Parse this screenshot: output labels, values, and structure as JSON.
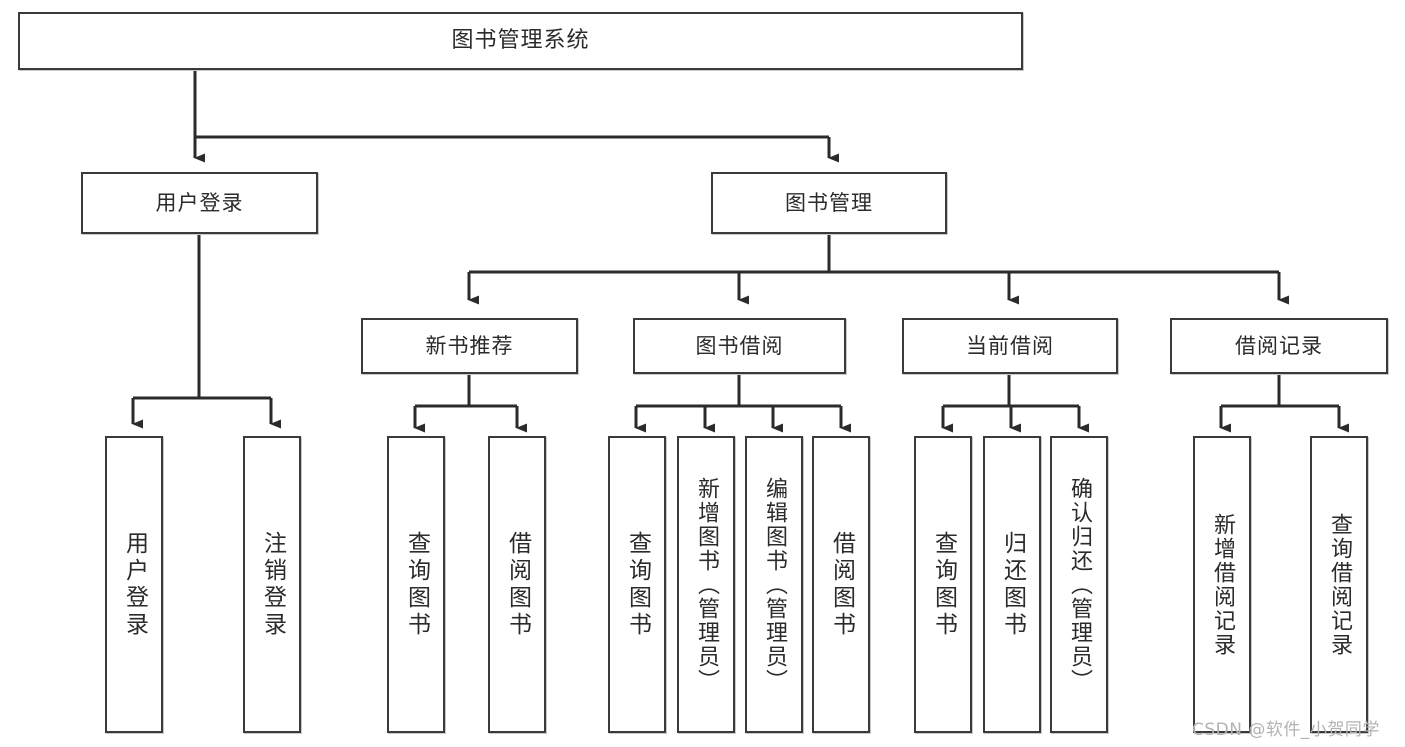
{
  "diagram": {
    "type": "tree-hierarchy",
    "title": "图书管理系统",
    "orientation": "top-down",
    "colors": {
      "box_border": "#3a3a3a",
      "box_fill": "#ffffff",
      "connector": "#2b2b2b",
      "watermark": "#b3b3b3",
      "page_background": "#ffffff"
    },
    "watermark": "CSDN @软件_小贺同学",
    "levels": [
      {
        "level": 1,
        "nodes": [
          {
            "id": "root",
            "label": "图书管理系统",
            "text_direction": "horizontal"
          }
        ]
      },
      {
        "level": 2,
        "nodes": [
          {
            "id": "login",
            "label": "用户登录",
            "parent": "root",
            "text_direction": "horizontal"
          },
          {
            "id": "bookmgmt",
            "label": "图书管理",
            "parent": "root",
            "text_direction": "horizontal"
          }
        ]
      },
      {
        "level": 3,
        "nodes": [
          {
            "id": "newbook",
            "label": "新书推荐",
            "parent": "bookmgmt",
            "text_direction": "horizontal"
          },
          {
            "id": "borrow",
            "label": "图书借阅",
            "parent": "bookmgmt",
            "text_direction": "horizontal"
          },
          {
            "id": "current",
            "label": "当前借阅",
            "parent": "bookmgmt",
            "text_direction": "horizontal"
          },
          {
            "id": "records",
            "label": "借阅记录",
            "parent": "bookmgmt",
            "text_direction": "horizontal"
          }
        ]
      },
      {
        "level": 4,
        "nodes": [
          {
            "id": "leaf-user-login",
            "label": "用户登录",
            "parent": "login",
            "text_direction": "vertical"
          },
          {
            "id": "leaf-user-logout",
            "label": "注销登录",
            "parent": "login",
            "text_direction": "vertical"
          },
          {
            "id": "leaf-query-book-1",
            "label": "查询图书",
            "parent": "newbook",
            "text_direction": "vertical"
          },
          {
            "id": "leaf-borrow-book-1",
            "label": "借阅图书",
            "parent": "newbook",
            "text_direction": "vertical"
          },
          {
            "id": "leaf-query-book-2",
            "label": "查询图书",
            "parent": "borrow",
            "text_direction": "vertical"
          },
          {
            "id": "leaf-add-book",
            "label": "新增图书（管理员）",
            "parent": "borrow",
            "text_direction": "vertical"
          },
          {
            "id": "leaf-edit-book",
            "label": "编辑图书（管理员）",
            "parent": "borrow",
            "text_direction": "vertical"
          },
          {
            "id": "leaf-borrow-book-2",
            "label": "借阅图书",
            "parent": "borrow",
            "text_direction": "vertical"
          },
          {
            "id": "leaf-query-book-3",
            "label": "查询图书",
            "parent": "current",
            "text_direction": "vertical"
          },
          {
            "id": "leaf-return-book",
            "label": "归还图书",
            "parent": "current",
            "text_direction": "vertical"
          },
          {
            "id": "leaf-confirm-return",
            "label": "确认归还（管理员）",
            "parent": "current",
            "text_direction": "vertical"
          },
          {
            "id": "leaf-add-record",
            "label": "新增借阅记录",
            "parent": "records",
            "text_direction": "vertical"
          },
          {
            "id": "leaf-query-record",
            "label": "查询借阅记录",
            "parent": "records",
            "text_direction": "vertical"
          }
        ]
      }
    ]
  }
}
